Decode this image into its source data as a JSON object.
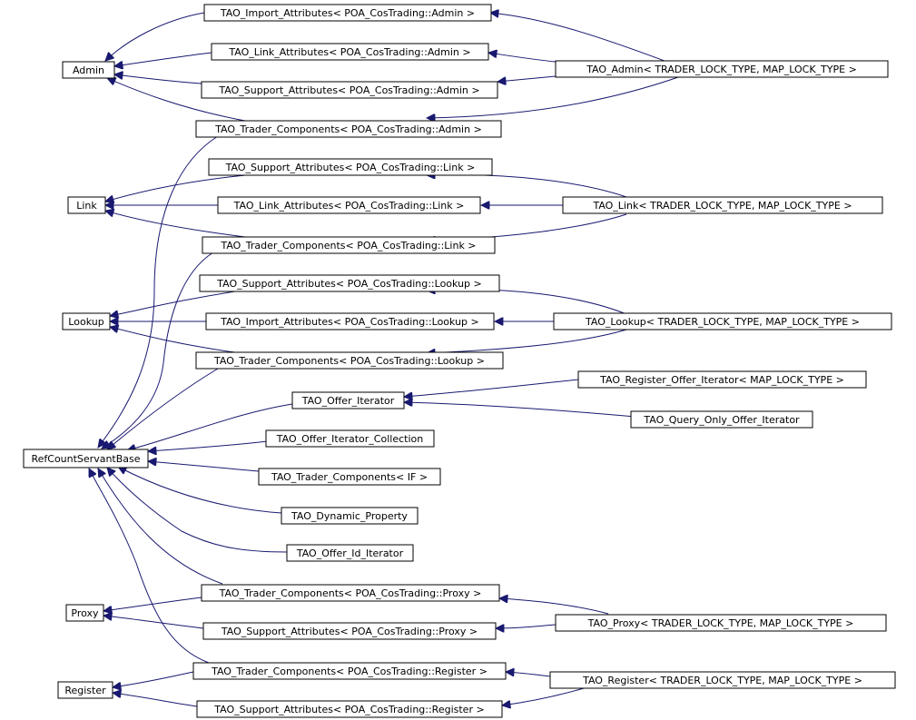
{
  "diagram": {
    "nodes": {
      "admin": "Admin",
      "link": "Link",
      "lookup": "Lookup",
      "refcount": "RefCountServantBase",
      "proxy": "Proxy",
      "register": "Register",
      "import_admin": "TAO_Import_Attributes< POA_CosTrading::Admin >",
      "link_attr_admin": "TAO_Link_Attributes< POA_CosTrading::Admin >",
      "support_admin": "TAO_Support_Attributes< POA_CosTrading::Admin >",
      "trader_admin": "TAO_Trader_Components< POA_CosTrading::Admin >",
      "tao_admin": "TAO_Admin< TRADER_LOCK_TYPE, MAP_LOCK_TYPE >",
      "support_link": "TAO_Support_Attributes< POA_CosTrading::Link >",
      "link_attr_link": "TAO_Link_Attributes< POA_CosTrading::Link >",
      "tao_link": "TAO_Link< TRADER_LOCK_TYPE, MAP_LOCK_TYPE >",
      "trader_link": "TAO_Trader_Components< POA_CosTrading::Link >",
      "support_lookup": "TAO_Support_Attributes< POA_CosTrading::Lookup >",
      "import_lookup": "TAO_Import_Attributes< POA_CosTrading::Lookup >",
      "tao_lookup": "TAO_Lookup< TRADER_LOCK_TYPE, MAP_LOCK_TYPE >",
      "trader_lookup": "TAO_Trader_Components< POA_CosTrading::Lookup >",
      "register_offer_iter": "TAO_Register_Offer_Iterator< MAP_LOCK_TYPE >",
      "offer_iter": "TAO_Offer_Iterator",
      "query_only": "TAO_Query_Only_Offer_Iterator",
      "offer_iter_coll": "TAO_Offer_Iterator_Collection",
      "trader_if": "TAO_Trader_Components< IF >",
      "dyn_prop": "TAO_Dynamic_Property",
      "offer_id_iter": "TAO_Offer_Id_Iterator",
      "trader_proxy": "TAO_Trader_Components< POA_CosTrading::Proxy >",
      "support_proxy": "TAO_Support_Attributes< POA_CosTrading::Proxy >",
      "tao_proxy": "TAO_Proxy< TRADER_LOCK_TYPE, MAP_LOCK_TYPE >",
      "trader_register": "TAO_Trader_Components< POA_CosTrading::Register >",
      "tao_register": "TAO_Register< TRADER_LOCK_TYPE, MAP_LOCK_TYPE >",
      "support_register": "TAO_Support_Attributes< POA_CosTrading::Register >"
    },
    "edge_color": "#191970"
  }
}
